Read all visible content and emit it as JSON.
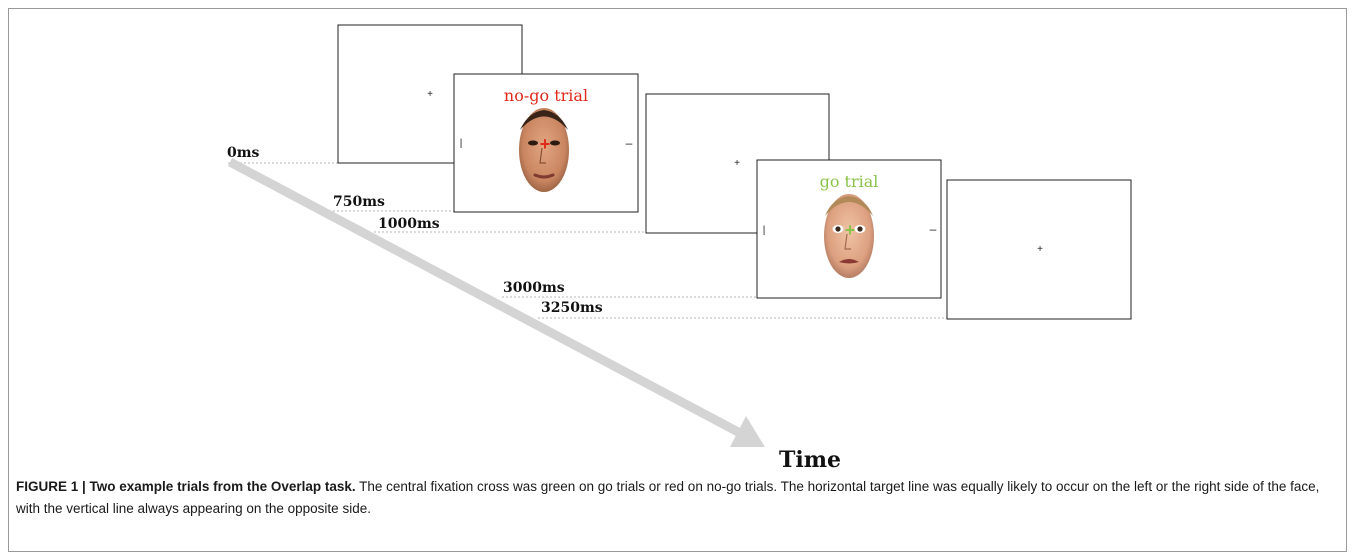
{
  "figure": {
    "timepoints": [
      "0ms",
      "750ms",
      "1000ms",
      "3000ms",
      "3250ms"
    ],
    "axis_label": "Time",
    "trials": [
      {
        "label": "no-go trial",
        "color": "#e02a1b",
        "face": "neutral-face"
      },
      {
        "label": "go trial",
        "color": "#8bc34a",
        "face": "fearful-face"
      }
    ],
    "fixation_symbol": "+",
    "horizontal_line_symbol": "–",
    "vertical_line_symbol": "|"
  },
  "caption": {
    "title": "FIGURE 1 | Two example trials from the Overlap task.",
    "body": "The central fixation cross was green on go trials or red on no-go trials. The horizontal target line was equally likely to occur on the left or the right side of the face, with the vertical line always appearing on the opposite side."
  }
}
